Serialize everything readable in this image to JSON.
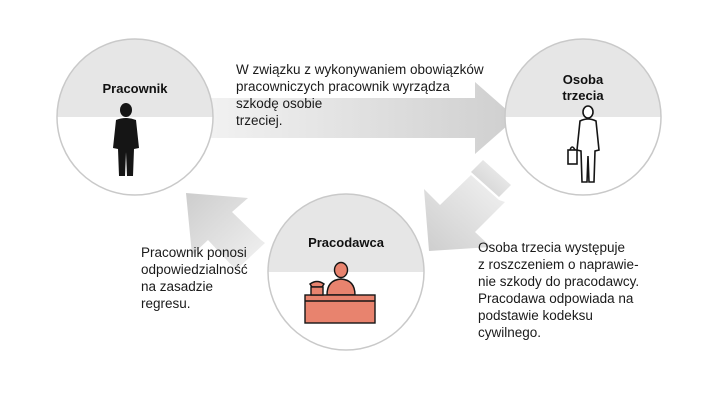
{
  "nodes": {
    "employee": {
      "label": "Pracownik"
    },
    "third_party": {
      "label": "Osoba\ntrzecia"
    },
    "employer": {
      "label": "Pracodawca"
    }
  },
  "edges": {
    "employee_to_third": {
      "text": "W związku z wykonywaniem obowiązków\npracowniczych pracownik wyrządza\nszkodę osobie\ntrzeciej."
    },
    "third_to_employer": {
      "text": "Osoba trzecia występuje\nz roszczeniem o naprawie-\nnie szkody do pracodawcy.\nPracodawa odpowiada na\npodstawie kodeksu\ncywilnego."
    },
    "employer_to_employee": {
      "text": "Pracownik ponosi\nodpowiedzialność\nna zasadzie\nregresu."
    }
  },
  "colors": {
    "circle_top": "#e6e6e6",
    "circle_bottom": "#ffffff",
    "arrow": "#dcdcdc",
    "figure": "#151515",
    "desk": "#e8836e",
    "person": "#e8836e"
  }
}
